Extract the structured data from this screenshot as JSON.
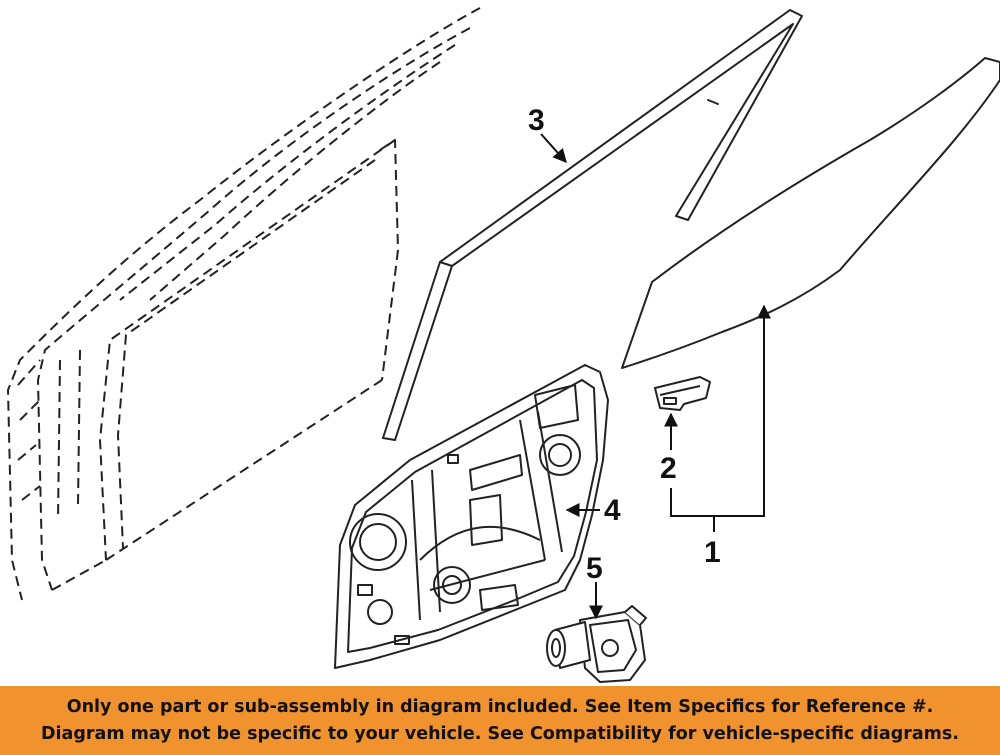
{
  "diagram": {
    "callouts": [
      {
        "id": "1",
        "label": "1"
      },
      {
        "id": "2",
        "label": "2"
      },
      {
        "id": "3",
        "label": "3"
      },
      {
        "id": "4",
        "label": "4"
      },
      {
        "id": "5",
        "label": "5"
      }
    ],
    "parts": [
      {
        "number": "1",
        "icon": "door-glass-icon"
      },
      {
        "number": "2",
        "icon": "glass-clip-icon"
      },
      {
        "number": "3",
        "icon": "run-channel-icon"
      },
      {
        "number": "4",
        "icon": "window-regulator-icon"
      },
      {
        "number": "5",
        "icon": "regulator-motor-icon"
      }
    ],
    "context_icon": "door-shell-outline-icon"
  },
  "banner": {
    "line1": "Only one part or sub-assembly in diagram included. See Item Specifics for Reference #.",
    "line2": "Diagram may not be specific to your vehicle. See Compatibility for vehicle-specific diagrams.",
    "color": "#f0922e"
  }
}
